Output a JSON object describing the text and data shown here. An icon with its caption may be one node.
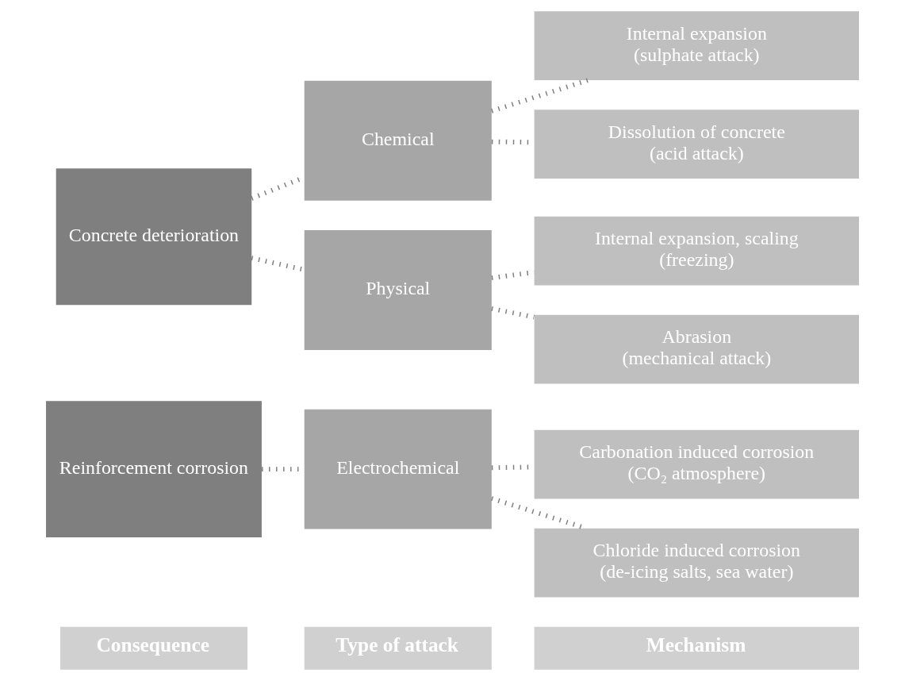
{
  "diagram": {
    "nodes": [
      {
        "text": [
          "Reinforcement corrosion"
        ]
      },
      {
        "text": [
          "Concrete deterioration"
        ]
      },
      {
        "text": [
          "Electrochemical"
        ]
      },
      {
        "text": [
          "Chemical"
        ]
      },
      {
        "text": [
          "Physical"
        ]
      },
      {
        "text": [
          "Carbonation induced corrosion",
          "(CO₂ atmosphere)"
        ]
      },
      {
        "text": [
          "Chloride induced corrosion",
          "(de-icing salts, sea water)"
        ]
      },
      {
        "text": [
          "Internal expansion",
          "(sulphate attack)"
        ]
      },
      {
        "text": [
          "Dissolution of concrete",
          "(acid attack)"
        ]
      },
      {
        "text": [
          "Internal expansion, scaling",
          "(freezing)"
        ]
      },
      {
        "text": [
          "Abrasion",
          "(mechanical attack)"
        ]
      }
    ],
    "edges": [
      {
        "from": 0,
        "to": 2,
        "arrow": "none"
      },
      {
        "from": 1,
        "to": 3,
        "arrow": "none"
      },
      {
        "from": 1,
        "to": 4,
        "arrow": "none"
      },
      {
        "from": 2,
        "to": 5,
        "arrow": "none"
      },
      {
        "from": 2,
        "to": 6,
        "arrow": "none"
      },
      {
        "from": 3,
        "to": 7,
        "arrow": "none"
      },
      {
        "from": 3,
        "to": 8,
        "arrow": "none"
      },
      {
        "from": 4,
        "to": 9,
        "arrow": "none"
      },
      {
        "from": 4,
        "to": 10,
        "arrow": "none"
      }
    ],
    "labels": [
      "Consequence",
      "Type of attack",
      "Mechanism"
    ]
  }
}
